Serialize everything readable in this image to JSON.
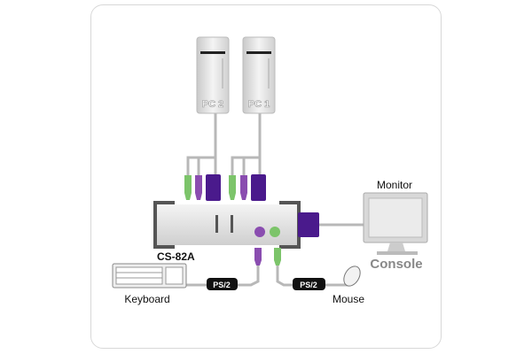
{
  "pcs": [
    {
      "label": "PC 2"
    },
    {
      "label": "PC 1"
    }
  ],
  "switch": {
    "model": "CS-82A"
  },
  "console": {
    "title": "Console",
    "monitor_label": "Monitor",
    "keyboard_label": "Keyboard",
    "mouse_label": "Mouse"
  },
  "cables": {
    "keyboard_tag": "PS/2",
    "mouse_tag": "PS/2"
  },
  "colors": {
    "kb_purple": "#8a4db0",
    "mouse_green": "#7cc46a",
    "vga_violet": "#4a1a8c",
    "cable": "#b8b8b8"
  }
}
